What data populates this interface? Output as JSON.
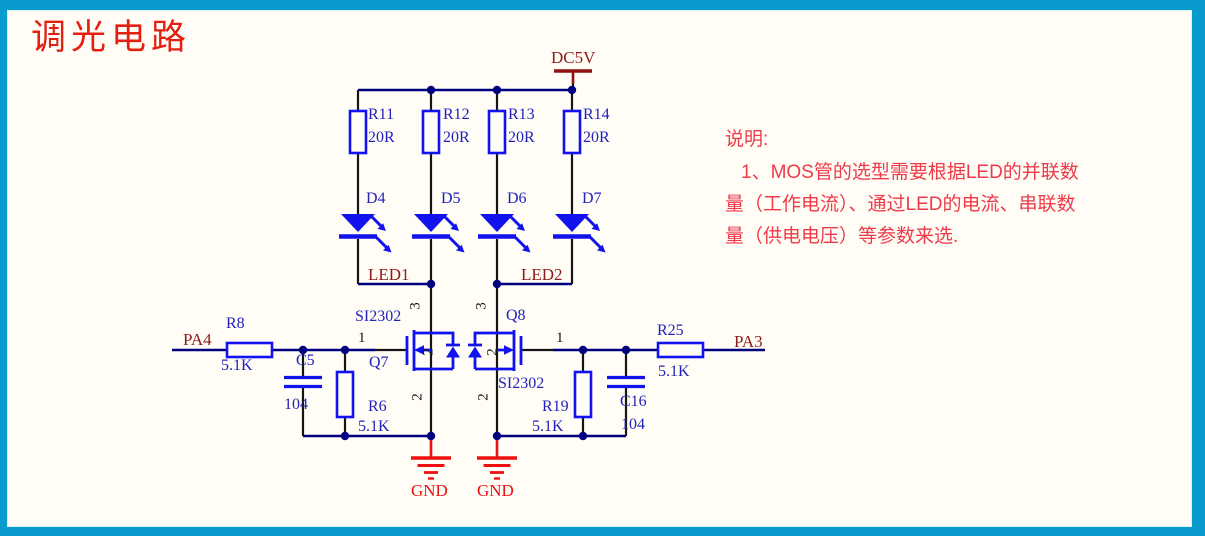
{
  "title": {
    "text": "调光电路"
  },
  "note": {
    "heading": "说明:",
    "lines": [
      "1、MOS管的选型需要根据LED的并联数",
      "量（工作电流）、通过LED的电流、串联数",
      "量（供电电压）等参数来选."
    ]
  },
  "power": {
    "vcc": "DC5V",
    "gnd": "GND"
  },
  "nets": {
    "pa4": "PA4",
    "pa3": "PA3",
    "led1": "LED1",
    "led2": "LED2"
  },
  "components": {
    "ballast_resistors": [
      {
        "ref": "R11",
        "value": "20R"
      },
      {
        "ref": "R12",
        "value": "20R"
      },
      {
        "ref": "R13",
        "value": "20R"
      },
      {
        "ref": "R14",
        "value": "20R"
      }
    ],
    "leds": [
      {
        "ref": "D4"
      },
      {
        "ref": "D5"
      },
      {
        "ref": "D6"
      },
      {
        "ref": "D7"
      }
    ],
    "mosfets": [
      {
        "ref": "Q7",
        "part": "SI2302",
        "pins": {
          "gate": "1",
          "drain": "3",
          "source": "2"
        }
      },
      {
        "ref": "Q8",
        "part": "SI2302",
        "pins": {
          "gate": "1",
          "drain": "3",
          "source": "2"
        }
      }
    ],
    "series_resistors": [
      {
        "ref": "R8",
        "value": "5.1K"
      },
      {
        "ref": "R25",
        "value": "5.1K"
      }
    ],
    "pulldown_resistors": [
      {
        "ref": "R6",
        "value": "5.1K"
      },
      {
        "ref": "R19",
        "value": "5.1K"
      }
    ],
    "capacitors": [
      {
        "ref": "C5",
        "value": "104"
      },
      {
        "ref": "C16",
        "value": "104"
      }
    ]
  },
  "colors": {
    "frame": "#0a9bce",
    "background": "#fffdf6",
    "wire": "#000080",
    "component": "#1212ee",
    "designator_text": "#2222bb",
    "net_label": "#8e1a1a",
    "gnd_red": "#ee1111",
    "title_red": "#e32012",
    "note_red": "#ee3b49"
  }
}
